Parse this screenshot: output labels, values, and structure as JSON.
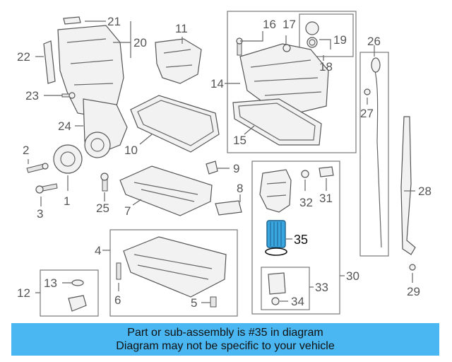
{
  "diagram": {
    "callouts": [
      "21",
      "20",
      "22",
      "23",
      "24",
      "11",
      "16",
      "17",
      "19",
      "18",
      "14",
      "15",
      "10",
      "26",
      "27",
      "28",
      "2",
      "1",
      "3",
      "25",
      "7",
      "9",
      "8",
      "32",
      "31",
      "35",
      "4",
      "6",
      "5",
      "12",
      "13",
      "30",
      "33",
      "34",
      "29"
    ],
    "highlighted": "35"
  },
  "banner": {
    "line1": "Part or sub-assembly is #35 in diagram",
    "line2": "Diagram may not be specific to your vehicle"
  },
  "colors": {
    "banner": "#4ab7f2",
    "highlight_part": "#3aa6e0"
  }
}
